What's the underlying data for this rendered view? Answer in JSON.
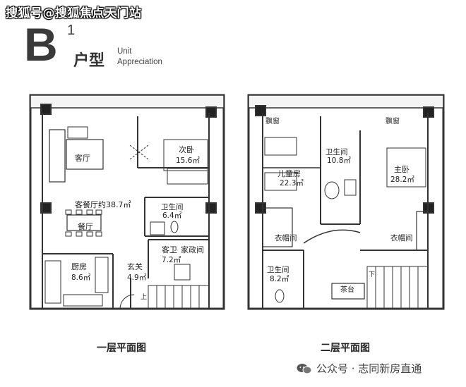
{
  "watermark": "搜狐号@搜狐焦点天门站",
  "header": {
    "letter": "B",
    "superscript": "1",
    "title_cn": "户型",
    "title_en_line1": "Unit",
    "title_en_line2": "Appreciation"
  },
  "floor1": {
    "caption": "一层平面图",
    "rooms": {
      "living": "客厅",
      "bedroom_name": "次卧",
      "bedroom_area": "15.6㎡",
      "living_dining": "客餐厅约38.7㎡",
      "bath_name": "卫生间",
      "bath_area": "6.4㎡",
      "dining": "餐厅",
      "guest_bath": "客卫",
      "housework": "家政间",
      "guest_bath_area": "7.2㎡",
      "kitchen_name": "厨房",
      "kitchen_area": "8.6㎡",
      "foyer_name": "玄关",
      "foyer_area": "4.9㎡",
      "stairs_up": "上"
    }
  },
  "floor2": {
    "caption": "二层平面图",
    "rooms": {
      "bay_left": "飘窗",
      "bay_right": "飘窗",
      "bath_name": "卫生间",
      "bath_area": "10.8㎡",
      "master_name": "主卧",
      "master_area": "28.2㎡",
      "kids_name": "儿童房",
      "kids_area": "22.3㎡",
      "closet_left": "衣帽间",
      "closet_right": "衣帽间",
      "bath2_name": "卫生间",
      "bath2_area": "8.2㎡",
      "tea": "茶台",
      "stairs_down": "下"
    }
  },
  "footer": {
    "text": "公众号 · 志同新房直通"
  }
}
